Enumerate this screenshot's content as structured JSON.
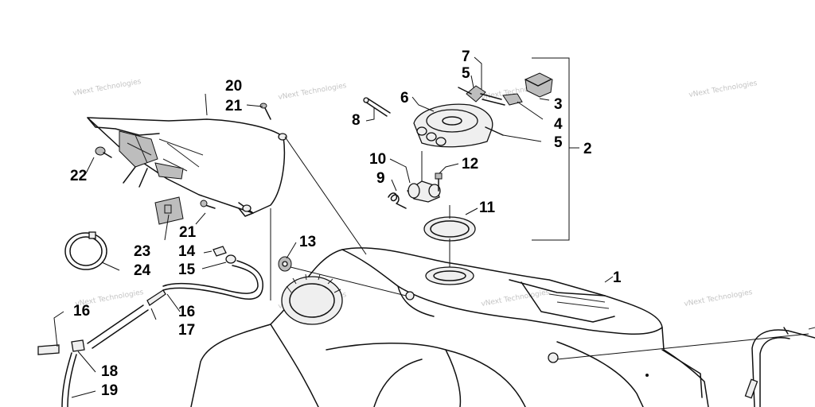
{
  "watermark": "vNext Technologies",
  "callouts": {
    "c1": "1",
    "c2": "2",
    "c3": "3",
    "c4": "4",
    "c5a": "5",
    "c5b": "5",
    "c6": "6",
    "c7": "7",
    "c8": "8",
    "c9": "9",
    "c10": "10",
    "c11": "11",
    "c12": "12",
    "c13": "13",
    "c14": "14",
    "c15": "15",
    "c16a": "16",
    "c16b": "16",
    "c17": "17",
    "c18": "18",
    "c19": "19",
    "c20": "20",
    "c21a": "21",
    "c21b": "21",
    "c22": "22",
    "c23": "23",
    "c24": "24"
  }
}
